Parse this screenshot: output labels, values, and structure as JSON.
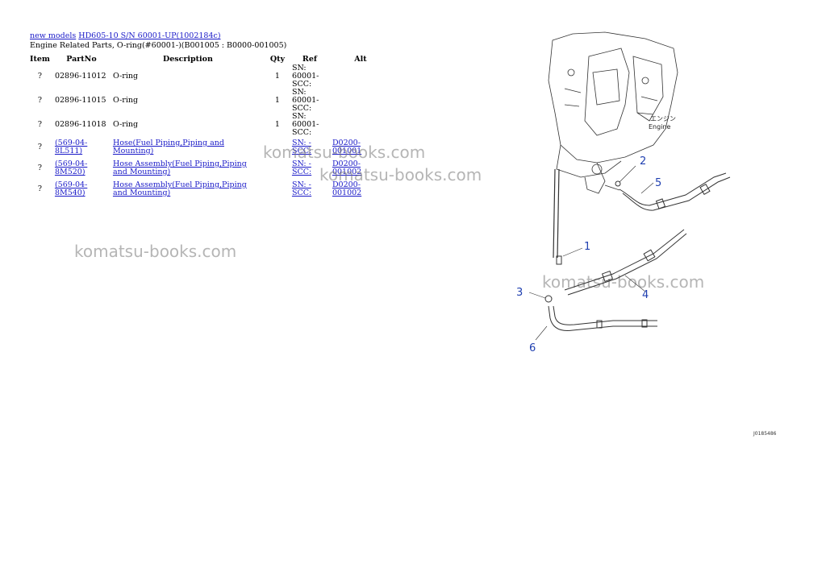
{
  "header": {
    "link_new_models": "new models",
    "link_model": "HD605-10 S/N 60001-UP(1002184c)",
    "subtitle": "Engine Related Parts, O-ring(#60001-)(B001005 : B0000-001005)"
  },
  "table": {
    "headers": {
      "item": "Item",
      "partno": "PartNo",
      "description": "Description",
      "qty": "Qty",
      "ref": "Ref",
      "alt": "Alt"
    },
    "rows": [
      {
        "item": "?",
        "partno": "02896-11012",
        "description": "O-ring",
        "qty": "1",
        "ref": "SN: 60001-SCC:",
        "alt": ""
      },
      {
        "item": "?",
        "partno": "02896-11015",
        "description": "O-ring",
        "qty": "1",
        "ref": "SN: 60001-SCC:",
        "alt": ""
      },
      {
        "item": "?",
        "partno": "02896-11018",
        "description": "O-ring",
        "qty": "1",
        "ref": "SN: 60001-SCC:",
        "alt": ""
      },
      {
        "item": "?",
        "partno": "(569-04-8L511)",
        "description": "Hose(Fuel Piping,Piping and Mounting)",
        "qty": "",
        "ref": "SN: -SCC:",
        "alt": "D0200-001001"
      },
      {
        "item": "?",
        "partno": "(569-04-8M520)",
        "description": "Hose Assembly(Fuel Piping,Piping and Mounting)",
        "qty": "",
        "ref": "SN: -SCC:",
        "alt": "D0200-001002"
      },
      {
        "item": "?",
        "partno": "(569-04-8M540)",
        "description": "Hose Assembly(Fuel Piping,Piping and Mounting)",
        "qty": "",
        "ref": "SN: -SCC:",
        "alt": "D0200-001002"
      }
    ]
  },
  "watermarks": [
    "komatsu-books.com",
    "komatsu-books.com",
    "komatsu-books.com",
    "komatsu-books.com"
  ],
  "diagram": {
    "callouts": [
      "1",
      "2",
      "3",
      "4",
      "5",
      "6"
    ],
    "engine_label_jp": "エンジン",
    "engine_label_en": "Engine",
    "figure_code": "J0185486"
  }
}
